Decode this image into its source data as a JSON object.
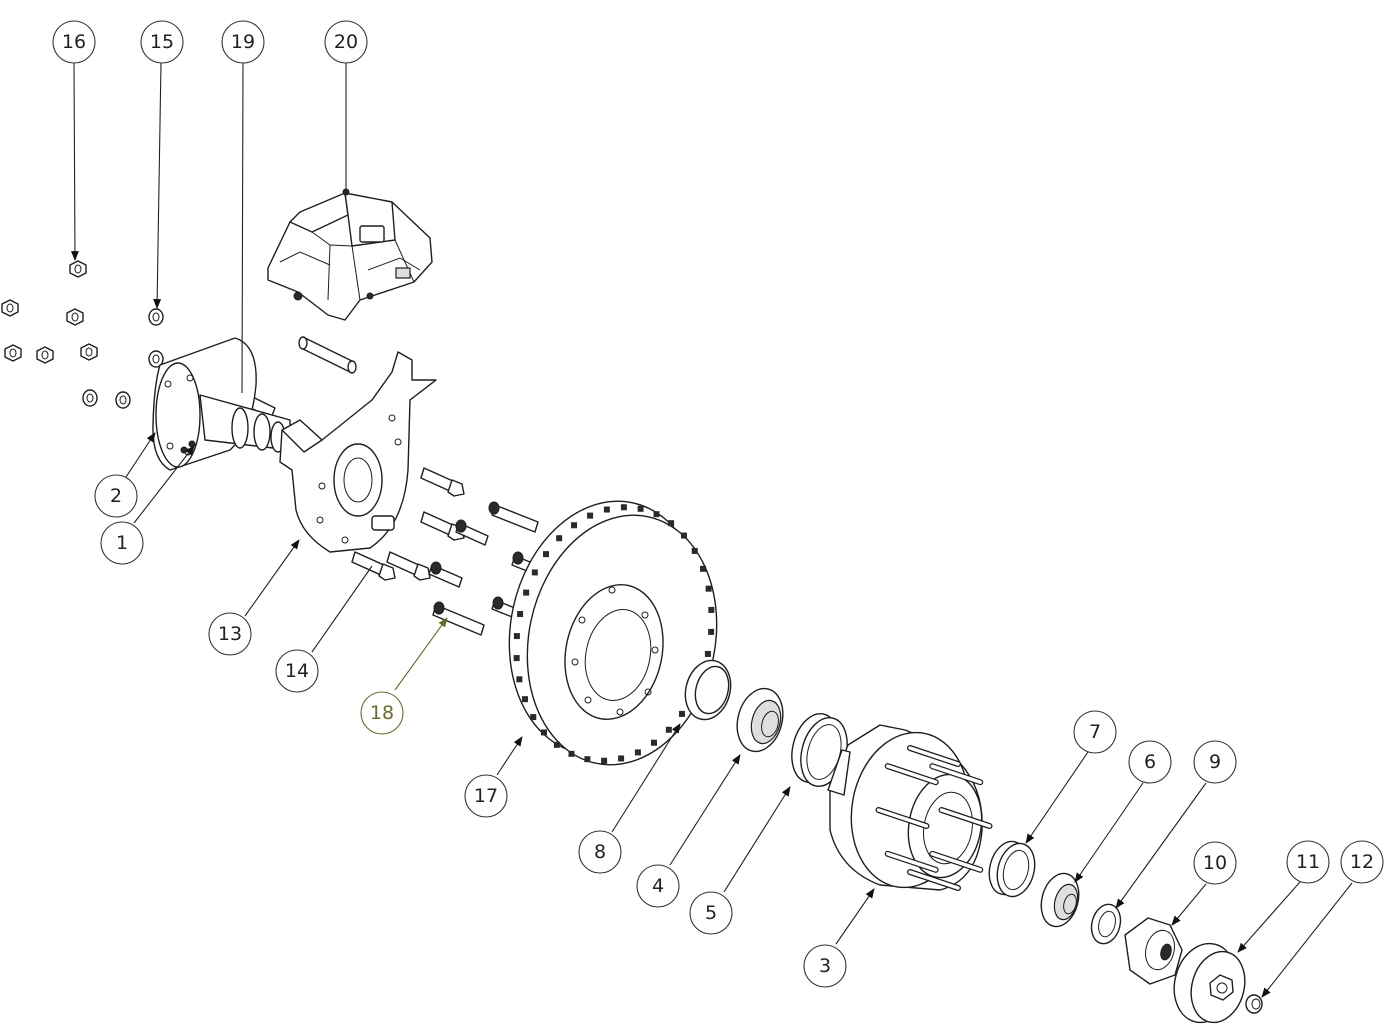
{
  "diagram": {
    "type": "exploded-assembly",
    "balloons": [
      {
        "id": "b16",
        "label": "16",
        "highlight": false
      },
      {
        "id": "b15",
        "label": "15",
        "highlight": false
      },
      {
        "id": "b19",
        "label": "19",
        "highlight": false
      },
      {
        "id": "b20",
        "label": "20",
        "highlight": false
      },
      {
        "id": "b2",
        "label": "2",
        "highlight": false
      },
      {
        "id": "b1",
        "label": "1",
        "highlight": false
      },
      {
        "id": "b13",
        "label": "13",
        "highlight": false
      },
      {
        "id": "b14",
        "label": "14",
        "highlight": false
      },
      {
        "id": "b18",
        "label": "18",
        "highlight": true
      },
      {
        "id": "b17",
        "label": "17",
        "highlight": false
      },
      {
        "id": "b8",
        "label": "8",
        "highlight": false
      },
      {
        "id": "b4",
        "label": "4",
        "highlight": false
      },
      {
        "id": "b5",
        "label": "5",
        "highlight": false
      },
      {
        "id": "b3",
        "label": "3",
        "highlight": false
      },
      {
        "id": "b7",
        "label": "7",
        "highlight": false
      },
      {
        "id": "b6",
        "label": "6",
        "highlight": false
      },
      {
        "id": "b9",
        "label": "9",
        "highlight": false
      },
      {
        "id": "b10",
        "label": "10",
        "highlight": false
      },
      {
        "id": "b11",
        "label": "11",
        "highlight": false
      },
      {
        "id": "b12",
        "label": "12",
        "highlight": false
      }
    ],
    "parts": [
      {
        "id": "p1",
        "name": "spindle-flange-icon"
      },
      {
        "id": "p2",
        "name": "spindle-icon"
      },
      {
        "id": "p3",
        "name": "wheel-hub-icon"
      },
      {
        "id": "p4",
        "name": "inner-bearing-cone-icon"
      },
      {
        "id": "p5",
        "name": "inner-bearing-cup-icon"
      },
      {
        "id": "p6",
        "name": "outer-bearing-cone-icon"
      },
      {
        "id": "p7",
        "name": "outer-bearing-cup-icon"
      },
      {
        "id": "p8",
        "name": "grease-seal-icon"
      },
      {
        "id": "p9",
        "name": "washer-icon"
      },
      {
        "id": "p10",
        "name": "castle-nut-icon"
      },
      {
        "id": "p11",
        "name": "dust-cap-icon"
      },
      {
        "id": "p12",
        "name": "cap-plug-icon"
      },
      {
        "id": "p13",
        "name": "caliper-bracket-icon"
      },
      {
        "id": "p14",
        "name": "bracket-bolt-icon"
      },
      {
        "id": "p15",
        "name": "lock-washer-icon"
      },
      {
        "id": "p16",
        "name": "hex-nut-icon"
      },
      {
        "id": "p17",
        "name": "brake-rotor-icon"
      },
      {
        "id": "p18",
        "name": "rotor-bolt-icon"
      },
      {
        "id": "p19",
        "name": "caliper-pin-icon"
      },
      {
        "id": "p20",
        "name": "brake-caliper-icon"
      }
    ]
  }
}
